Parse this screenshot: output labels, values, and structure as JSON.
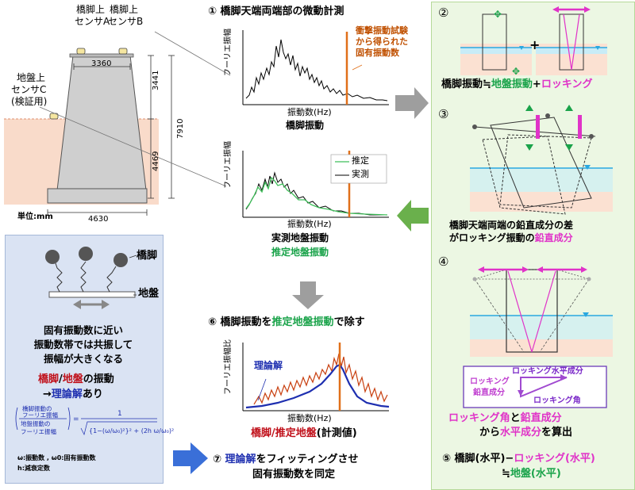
{
  "pier": {
    "sensor_a": [
      "橋脚上",
      "センサA"
    ],
    "sensor_b": [
      "橋脚上",
      "センサB"
    ],
    "sensor_c": [
      "地盤上",
      "センサC",
      "(検証用)"
    ],
    "dim_top": "3360",
    "dim_upper": "3441",
    "dim_lower": "4469",
    "dim_total": "7910",
    "dim_base": "4630",
    "unit": "単位:mm"
  },
  "step1": {
    "title": "① 橋脚天端両端部の微動計測",
    "ylabel": "フーリエ振幅",
    "annotation": [
      "衝撃振動試験",
      "から得られた",
      "固有振動数"
    ],
    "xlabel": "振動数(Hz)",
    "caption": "橋脚振動"
  },
  "step_ground": {
    "ylabel": "フーリエ振幅",
    "legend_est": "推定",
    "legend_meas": "実測",
    "xlabel": "振動数(Hz)",
    "caption_meas": "実測地盤振動",
    "caption_est": "推定地盤振動"
  },
  "step6": {
    "prefix": "⑥ 橋脚振動を",
    "highlight": "推定地盤振動",
    "suffix": "で除す",
    "ylabel": "フーリエ振幅比",
    "theory": "理論解",
    "xlabel": "振動数(Hz)",
    "caption_a": "橋脚/推定地盤",
    "caption_b": "(計測値)"
  },
  "step7": {
    "num": "⑦",
    "highlight": "理論解",
    "line1_rest": "をフィッティングさせ",
    "line2": "固有振動数を同定"
  },
  "step2": {
    "num": "②",
    "text_a": "橋脚振動≒",
    "text_b": "地盤振動",
    "text_c": "+",
    "text_d": "ロッキング"
  },
  "step3": {
    "num": "③",
    "line1": "橋脚天端両端の鉛直成分の差",
    "line2_a": "がロッキング振動の",
    "line2_b": "鉛直成分"
  },
  "step4": {
    "num": "④",
    "box_horizontal": "ロッキング水平成分",
    "box_vertical": [
      "ロッキング",
      "鉛直成分"
    ],
    "box_angle": "ロッキング角",
    "line1_a": "ロッキング角",
    "line1_b": "と",
    "line1_c": "鉛直成分",
    "line2_a": "から",
    "line2_b": "水平成分",
    "line2_c": "を算出"
  },
  "step5": {
    "num": "⑤",
    "a": "橋脚(水平)−",
    "b": "ロッキング(水平)",
    "c": "≒",
    "d": "地盤(水平)"
  },
  "blue_panel": {
    "pier_label": "橋脚",
    "ground_label": "地盤",
    "text": [
      "固有振動数に近い",
      "振動数帯では共振して",
      "振幅が大きくなる"
    ],
    "ratio_a": "橋脚",
    "ratio_sep": "/",
    "ratio_b": "地盤",
    "ratio_c": "の振動",
    "arrow_text_a": "→",
    "arrow_text_b": "理論解",
    "arrow_text_c": "あり",
    "formula_num": [
      "橋脚振動の",
      "フーリエ振幅"
    ],
    "formula_den": [
      "地盤振動の",
      "フーリエ振幅"
    ],
    "legend1": "ω:振動数 , ω0:固有振動数",
    "legend2": "h:減衰定数"
  },
  "colors": {
    "green_panel": "#ecf7e3",
    "blue_panel": "#dae3f3",
    "orange": "#e0701a",
    "green": "#1aa34a",
    "pink": "#e033c8",
    "blue": "#1e2fb0",
    "red": "#c0101a",
    "water": "#2aa8e0",
    "soil": "#f8d7c4"
  }
}
